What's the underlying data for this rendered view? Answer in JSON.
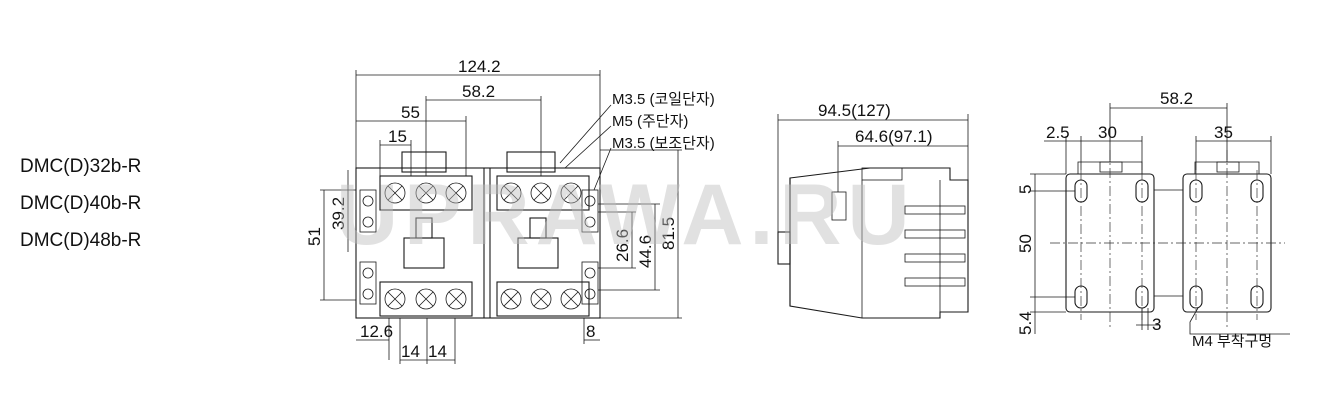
{
  "models": [
    "DMC(D)32b-R",
    "DMC(D)40b-R",
    "DMC(D)48b-R"
  ],
  "front_view": {
    "dims": {
      "overall_width": "124.2",
      "center_span": "58.2",
      "left_span": "55",
      "pitch": "15",
      "height": "51",
      "height_inner": "39.2",
      "aux_height": "26.6",
      "mid_height": "44.6",
      "total_height": "81.5",
      "bottom_offset": "12.6",
      "bottom_pitch_1": "14",
      "bottom_pitch_2": "14",
      "right_offset": "8"
    },
    "callouts": [
      "M3.5 (코일단자)",
      "M5 (주단자)",
      "M3.5 (보조단자)"
    ]
  },
  "side_view": {
    "dims": {
      "depth": "94.5(127)",
      "depth_inner": "64.6(97.1)"
    }
  },
  "mount_view": {
    "dims": {
      "center_span": "58.2",
      "edge_offset": "2.5",
      "left_width": "30",
      "right_width": "35",
      "top_offset": "5",
      "hole_pitch": "50",
      "bottom_offset": "5.4",
      "slot_width": "3"
    },
    "hole_label": "M4 부착구멍"
  },
  "watermark": "UPRAWA.RU"
}
